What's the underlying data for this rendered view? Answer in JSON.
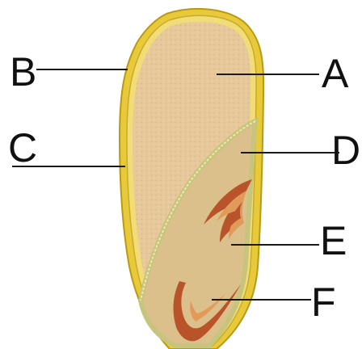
{
  "labels": {
    "a": "A",
    "b": "B",
    "c": "C",
    "d": "D",
    "e": "E",
    "f": "F"
  },
  "colors": {
    "background": "#ffffff",
    "outer_coat": "#e8c93a",
    "outer_coat_stroke": "#b89a16",
    "aleurone": "#f1dc77",
    "endosperm": "#e6c89a",
    "embryo_region": "#dcc08c",
    "scutellum": "#d8d49a",
    "embryo_dark": "#b8532a",
    "embryo_light": "#e29a5a",
    "line": "#1a1a1a"
  }
}
